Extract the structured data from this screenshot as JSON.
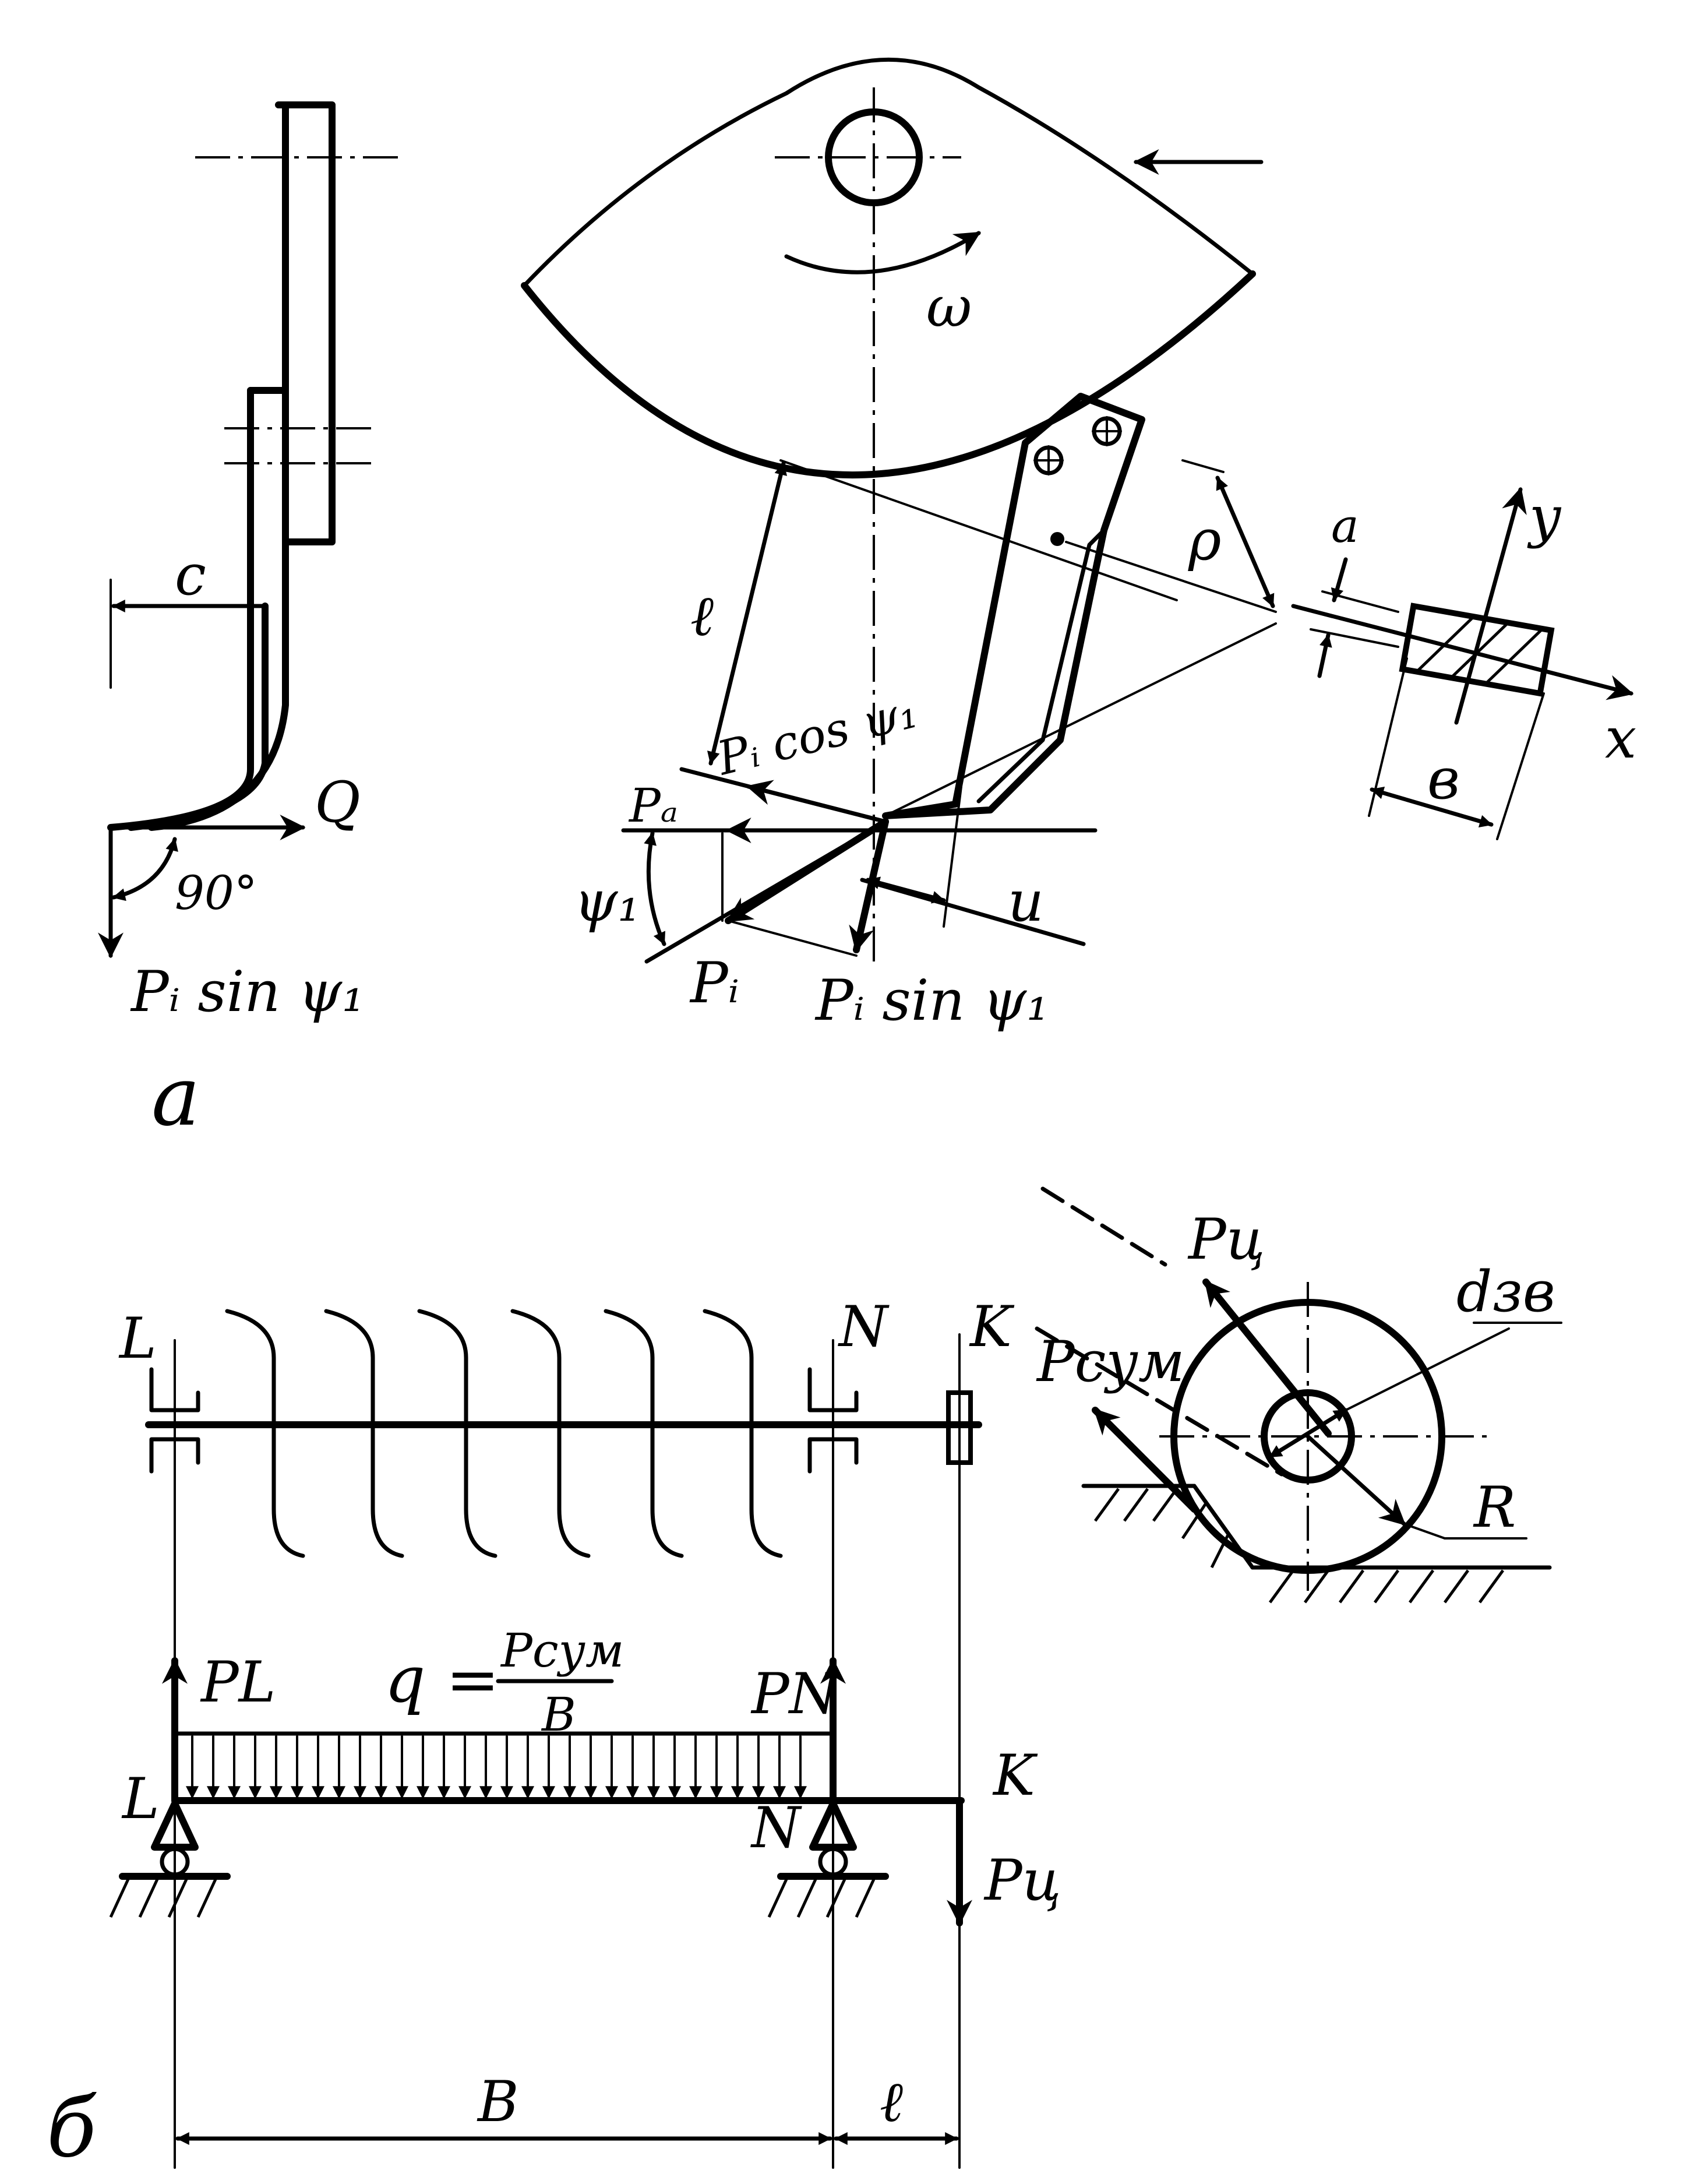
{
  "panel_a": {
    "panel_label": "а",
    "labels": {
      "c": "с",
      "Q": "Q",
      "angle_90": "90°",
      "Pi_sin_left": "Pᵢ sin ψ₁",
      "omega": "ω",
      "ell": "ℓ",
      "rho": "ρ",
      "a": "а",
      "y": "у",
      "x": "х",
      "b": "в",
      "Pi_cos": "Pᵢ cos ψ₁",
      "Pa": "Pₐ",
      "psi1": "ψ₁",
      "Pi": "Pᵢ",
      "Pi_sin_bottom": "Pᵢ sin ψ₁",
      "u": "u"
    }
  },
  "panel_b": {
    "panel_label": "б",
    "labels": {
      "L_top": "L",
      "N_top": "N",
      "K_top": "K",
      "Pts": "Pц",
      "Psum": "Pсум",
      "d_zv": "dзв",
      "R": "R",
      "PL": "PL",
      "q_eq": "q =",
      "q_num": "Pсум",
      "q_den": "B",
      "PN": "PN",
      "L_beam": "L",
      "N_beam": "N",
      "K_beam": "K",
      "Pts_beam": "Pц",
      "B_dim": "B",
      "ell_dim": "ℓ"
    }
  }
}
